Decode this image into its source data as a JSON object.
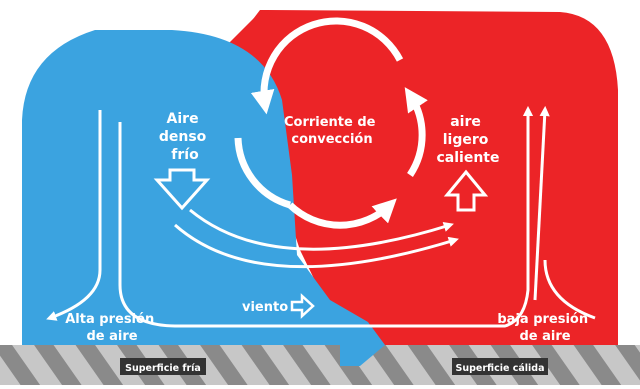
{
  "colors": {
    "cold_air": "#3ba3e0",
    "warm_air": "#ec2427",
    "arrow": "#ffffff",
    "ground_light": "#c7c7c7",
    "ground_hatch": "#8a8a8a",
    "label_box": "#333333"
  },
  "labels": {
    "aire_denso_frio": [
      "Aire",
      "denso",
      "frío"
    ],
    "corriente_conveccion": [
      "Corriente de",
      "convección"
    ],
    "aire_ligero_caliente": [
      "aire",
      "ligero",
      "caliente"
    ],
    "alta_presion": [
      "Alta presión",
      "de aire"
    ],
    "baja_presion": [
      "baja presión",
      "de aire"
    ],
    "viento": "viento",
    "superficie_fria": "Superficie fría",
    "superficie_calida": "Superficie cálida"
  },
  "icons": {
    "cycle": "circular-arrows-icon",
    "down": "hollow-down-arrow-icon",
    "up": "hollow-up-arrow-icon",
    "wind": "hollow-right-arrow-icon"
  }
}
